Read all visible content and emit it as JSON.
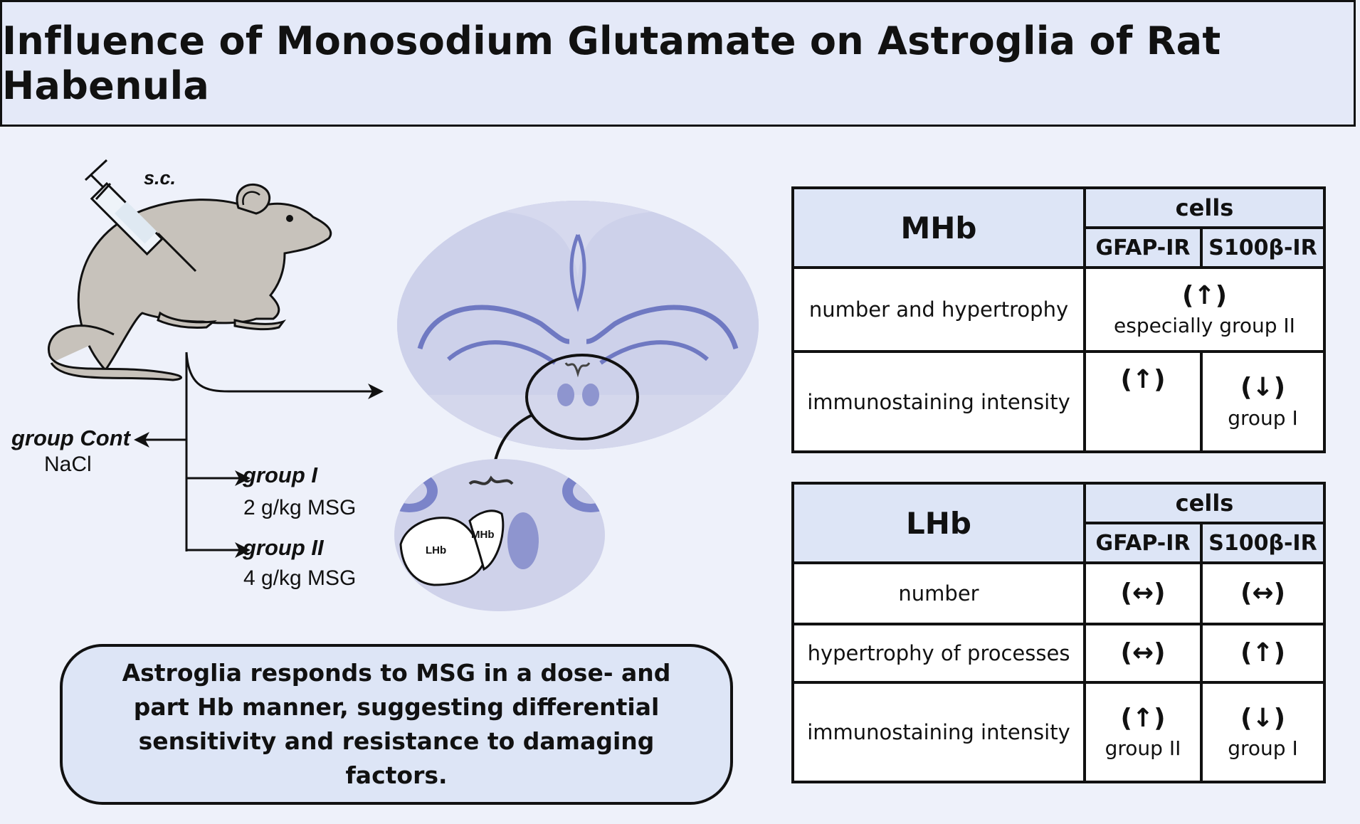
{
  "title": "Influence of Monosodium Glutamate on Astroglia of Rat Habenula",
  "injection_label": "s.c.",
  "groups": [
    {
      "name": "group Cont",
      "dose": "NaCl"
    },
    {
      "name": "group I",
      "dose": "2 g/kg MSG"
    },
    {
      "name": "group II",
      "dose": "4 g/kg MSG"
    }
  ],
  "section_labels": {
    "lhb": "LHb",
    "mhb": "MHb"
  },
  "mhb_table": {
    "region": "MHb",
    "cells_header": "cells",
    "col1": "GFAP-IR",
    "col2": "S100β-IR",
    "rows": [
      {
        "label": "number and hypertrophy",
        "merged": {
          "arrow": "(↑)",
          "note": "especially group II"
        }
      },
      {
        "label": "immunostaining intensity",
        "c1": {
          "arrow": "(↑)",
          "note": ""
        },
        "c2": {
          "arrow": "(↓)",
          "note": "group I"
        }
      }
    ]
  },
  "lhb_table": {
    "region": "LHb",
    "cells_header": "cells",
    "col1": "GFAP-IR",
    "col2": "S100β-IR",
    "rows": [
      {
        "label": "number",
        "c1": {
          "arrow": "(↔)",
          "note": ""
        },
        "c2": {
          "arrow": "(↔)",
          "note": ""
        }
      },
      {
        "label": "hypertrophy of processes",
        "c1": {
          "arrow": "(↔)",
          "note": ""
        },
        "c2": {
          "arrow": "(↑)",
          "note": ""
        }
      },
      {
        "label": "immunostaining intensity",
        "c1": {
          "arrow": "(↑)",
          "note": "group II"
        },
        "c2": {
          "arrow": "(↓)",
          "note": "group I"
        }
      }
    ]
  },
  "conclusion": "Astroglia responds to MSG in a dose- and part Hb manner, suggesting differential sensitivity and resistance to damaging factors.",
  "colors": {
    "background": "#eef1fa",
    "header_fill": "#dde5f6",
    "rat": "#c7c2bb",
    "stain": "#7b84c9"
  }
}
